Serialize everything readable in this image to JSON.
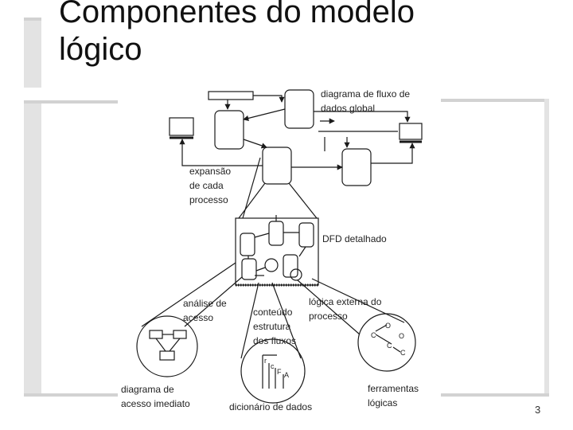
{
  "slide": {
    "title": "Componentes do modelo\nlógico",
    "page_number": "3"
  },
  "labels": {
    "global_dfd": "diagrama de fluxo de\ndados global",
    "process_expansion": "expansão\nde cada\nprocesso",
    "detailed_dfd": "DFD detalhado",
    "access_analysis": "análise de\nacesso",
    "flow_content": "conteúdo\nestrutura\ndos fluxos",
    "external_logic": "lógica externa do\nprocesso",
    "immediate_access_diagram": "diagrama de\nacesso imediato",
    "data_dictionary": "dicionário de dados",
    "logic_tools": "ferramentas\nlógicas"
  },
  "dictionary_letters": [
    "r",
    "c",
    "F",
    "A"
  ],
  "logic_letters": [
    "C",
    "O",
    "C",
    "O",
    "C"
  ],
  "colors": {
    "background": "#ffffff",
    "decoration_gray": "#e3e3e3",
    "line": "#1a1a1a"
  }
}
